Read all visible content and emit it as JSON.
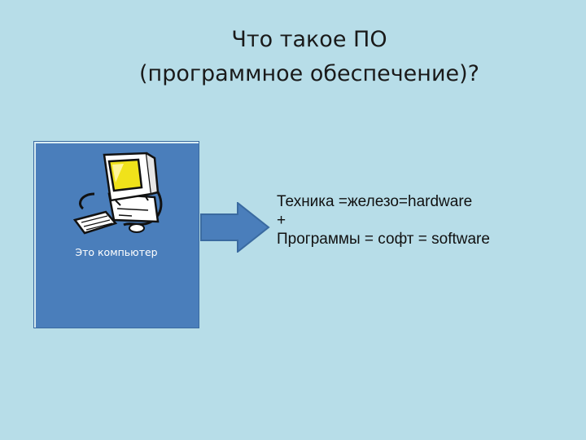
{
  "title": {
    "line1": "Что такое ПО",
    "line2": "(программное обеспечение)?"
  },
  "computer": {
    "icon": "computer-clipart-icon",
    "label": "Это компьютер"
  },
  "arrow": {
    "icon": "right-arrow-icon"
  },
  "definition": {
    "line1": "Техника =железо=hardware",
    "line2": "+",
    "line3": "Программы = софт = software"
  },
  "colors": {
    "background": "#b7dde8",
    "box_fill": "#4a7ebb",
    "arrow_fill": "#4a7ebb",
    "screen_yellow": "#f0e21a"
  }
}
